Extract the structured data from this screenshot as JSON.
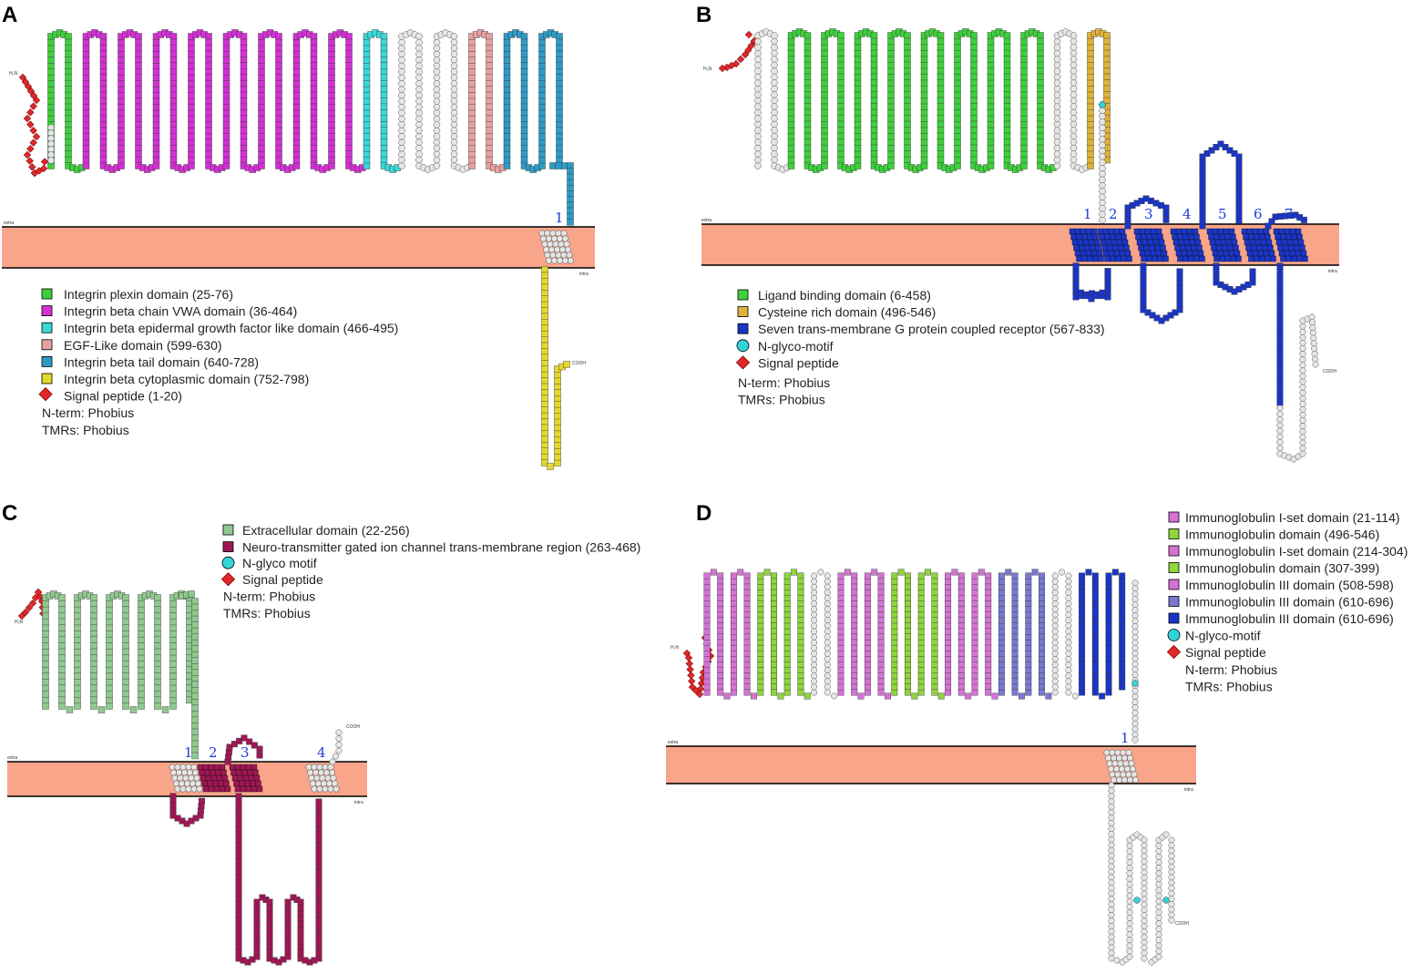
{
  "colors": {
    "membrane": "#f9a58a",
    "signal": "#e0282a",
    "plain": "#e6e6e6",
    "nglyco": "#33d3d8",
    "green": "#3ed03c",
    "green_ig": "#86cf3e",
    "green_pale": "#90c990",
    "magenta": "#d430d4",
    "cyan": "#3ad7d7",
    "pink": "#e7a1a1",
    "teal": "#2e9bc6",
    "yellow": "#e3d92e",
    "gold": "#e0b23a",
    "blue": "#1a36c8",
    "crimson": "#a01755",
    "orchid": "#d473d4",
    "lavender": "#7a78d3",
    "lime": "#8fd53b"
  },
  "panels": [
    {
      "letter": "A",
      "membrane_labels": {
        "extra": "extra",
        "intra": "intra"
      },
      "tm_numbers": [
        "1"
      ],
      "terminal_labels": {
        "n": "H₂N",
        "c": "COOH"
      },
      "legend": [
        {
          "swatch": "square",
          "color": "#3ed03c",
          "text": "Integrin plexin domain (25-76)"
        },
        {
          "swatch": "square",
          "color": "#d430d4",
          "text": "Integrin beta chain VWA domain (36-464)"
        },
        {
          "swatch": "square",
          "color": "#3ad7d7",
          "text": "Integrin beta epidermal growth factor like domain (466-495)"
        },
        {
          "swatch": "square",
          "color": "#e7a1a1",
          "text": "EGF-Like domain (599-630)"
        },
        {
          "swatch": "square",
          "color": "#2e9bc6",
          "text": "Integrin beta tail domain (640-728)"
        },
        {
          "swatch": "square",
          "color": "#e3d92e",
          "text": "Integrin beta cytoplasmic domain (752-798)"
        },
        {
          "swatch": "diamond",
          "color": "#e0282a",
          "text": "Signal peptide (1-20)"
        },
        {
          "swatch": "none",
          "text": "N-term: Phobius"
        },
        {
          "swatch": "none",
          "text": "TMRs: Phobius"
        }
      ]
    },
    {
      "letter": "B",
      "membrane_labels": {
        "extra": "extra",
        "intra": "intra"
      },
      "tm_numbers": [
        "1",
        "2",
        "3",
        "4",
        "5",
        "6",
        "7"
      ],
      "terminal_labels": {
        "n": "H₂N",
        "c": "COOH"
      },
      "legend": [
        {
          "swatch": "square",
          "color": "#3ed03c",
          "text": "Ligand binding domain (6-458)"
        },
        {
          "swatch": "square",
          "color": "#e0b23a",
          "text": "Cysteine rich domain (496-546)"
        },
        {
          "swatch": "square",
          "color": "#1a36c8",
          "text": "Seven trans-membrane G protein coupled receptor (567-833)"
        },
        {
          "swatch": "circle",
          "color": "#33d3d8",
          "text": "N-glyco-motif"
        },
        {
          "swatch": "diamond",
          "color": "#e0282a",
          "text": "Signal peptide"
        },
        {
          "swatch": "none",
          "text": "N-term: Phobius"
        },
        {
          "swatch": "none",
          "text": "TMRs: Phobius"
        }
      ]
    },
    {
      "letter": "C",
      "membrane_labels": {
        "extra": "extra",
        "intra": "intra"
      },
      "tm_numbers": [
        "1",
        "2",
        "3",
        "4"
      ],
      "terminal_labels": {
        "n": "H₂N",
        "c": "COOH"
      },
      "legend": [
        {
          "swatch": "square",
          "color": "#90c990",
          "text": "Extracellular domain (22-256)"
        },
        {
          "swatch": "square",
          "color": "#a01755",
          "text": "Neuro-transmitter gated ion channel trans-membrane region (263-468)"
        },
        {
          "swatch": "circle",
          "color": "#33d3d8",
          "text": "N-glyco motif"
        },
        {
          "swatch": "diamond",
          "color": "#e0282a",
          "text": "Signal peptide"
        },
        {
          "swatch": "none",
          "text": "N-term: Phobius"
        },
        {
          "swatch": "none",
          "text": "TMRs: Phobius"
        }
      ]
    },
    {
      "letter": "D",
      "membrane_labels": {
        "extra": "extra",
        "intra": "intra"
      },
      "tm_numbers": [
        "1"
      ],
      "terminal_labels": {
        "n": "H₂N",
        "c": "COOH"
      },
      "legend": [
        {
          "swatch": "square",
          "color": "#d473d4",
          "text": "Immunoglobulin I-set domain (21-114)"
        },
        {
          "swatch": "square",
          "color": "#8fd53b",
          "text": "Immunoglobulin domain (496-546)"
        },
        {
          "swatch": "square",
          "color": "#d473d4",
          "text": "Immunoglobulin I-set domain (214-304)"
        },
        {
          "swatch": "square",
          "color": "#8fd53b",
          "text": "Immunoglobulin domain (307-399)"
        },
        {
          "swatch": "square",
          "color": "#d473d4",
          "text": "Immunoglobulin III domain (508-598)"
        },
        {
          "swatch": "square",
          "color": "#7a78d3",
          "text": "Immunoglobulin III domain (610-696)"
        },
        {
          "swatch": "square",
          "color": "#1a36c8",
          "text": "Immunoglobulin III domain (610-696)"
        },
        {
          "swatch": "circle",
          "color": "#33d3d8",
          "text": "N-glyco-motif"
        },
        {
          "swatch": "diamond",
          "color": "#e0282a",
          "text": "Signal peptide"
        },
        {
          "swatch": "none",
          "text": "N-term: Phobius"
        },
        {
          "swatch": "none",
          "text": "TMRs: Phobius"
        }
      ]
    }
  ]
}
